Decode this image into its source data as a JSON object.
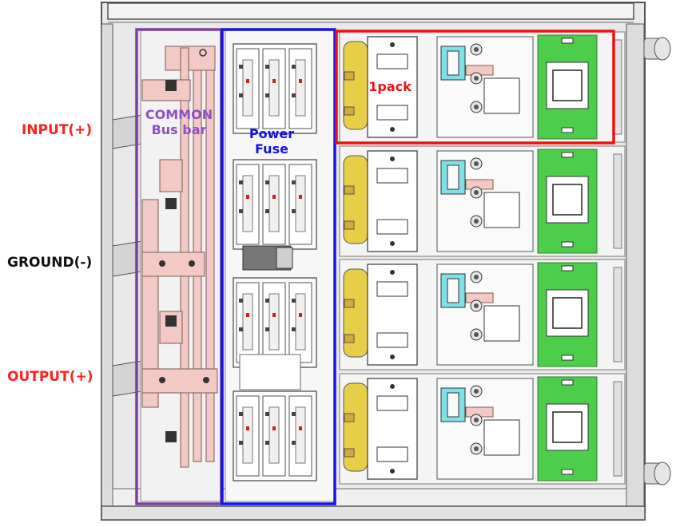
{
  "labels": {
    "input": "INPUT(+)",
    "ground": "GROUND(-)",
    "output": "OUTPUT(+)"
  },
  "annotations": {
    "busbar_line1": "COMMON",
    "busbar_line2": "Bus bar",
    "fuse_line1": "Power",
    "fuse_line2": "Fuse",
    "pack": "1pack"
  },
  "colors": {
    "input_label": "#ff2020",
    "ground_label": "#111111",
    "output_label": "#ff2020",
    "busbar_box": "#7b3fa0",
    "fuse_box": "#1414e6",
    "pack_box": "#ee1111",
    "busbar_fill": "#f2c9c4",
    "pcb_green": "#4ccd4c",
    "cap_yellow": "#e6cf46",
    "relay_cyan": "#7fe0e6"
  },
  "module_rows": 4,
  "fuse_groups": 4
}
